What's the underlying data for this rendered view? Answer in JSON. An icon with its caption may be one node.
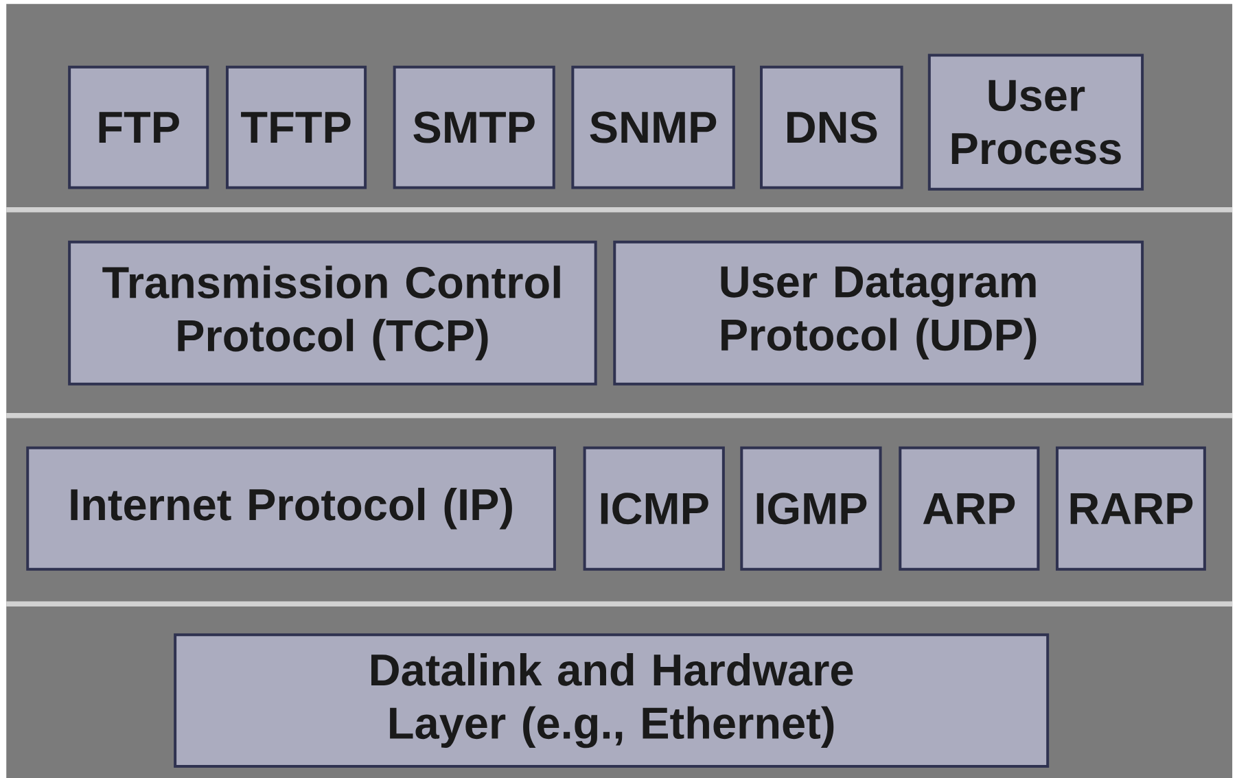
{
  "diagram": {
    "nodes": [
      {
        "text": [
          "FTP"
        ]
      },
      {
        "text": [
          "TFTP"
        ]
      },
      {
        "text": [
          "SMTP"
        ]
      },
      {
        "text": [
          "SNMP"
        ]
      },
      {
        "text": [
          "DNS"
        ]
      },
      {
        "text": [
          "User Process"
        ]
      },
      {
        "text": [
          "Transmission Control Protocol (TCP)"
        ]
      },
      {
        "text": [
          "User Datagram Protocol (UDP)"
        ]
      },
      {
        "text": [
          "Internet Protocol (IP)"
        ]
      },
      {
        "text": [
          "ICMP"
        ]
      },
      {
        "text": [
          "IGMP"
        ]
      },
      {
        "text": [
          "ARP"
        ]
      },
      {
        "text": [
          "RARP"
        ]
      },
      {
        "text": [
          "Datalink and Hardware Layer (e.g., Ethernet)"
        ]
      }
    ]
  }
}
